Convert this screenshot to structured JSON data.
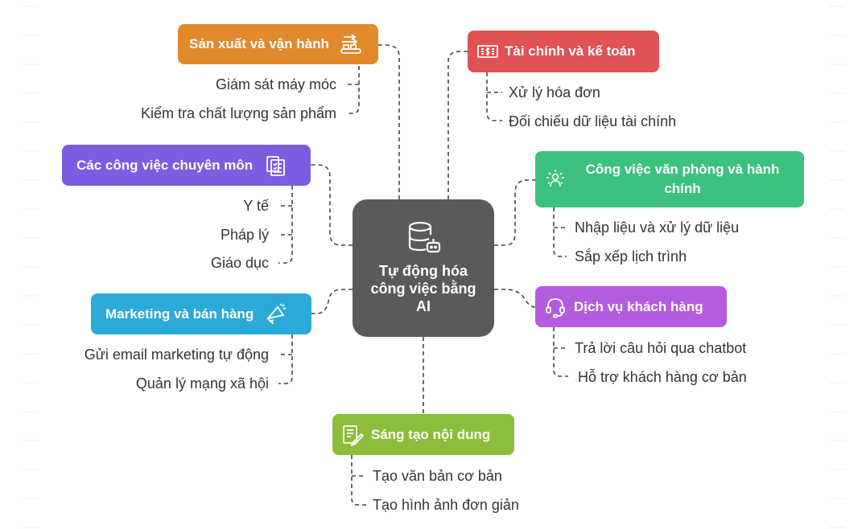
{
  "center": {
    "title": "Tự động hóa công việc bằng AI",
    "icon": "database-robot-icon"
  },
  "colors": {
    "center": "#5a5a5a",
    "production": "#e08a2c",
    "finance": "#e05253",
    "specialist": "#7c5ce0",
    "office": "#3cc17e",
    "marketing": "#2baad8",
    "customer_service": "#b45ce0",
    "content": "#8cbd3a"
  },
  "branches": {
    "production": {
      "label": "Sản xuất và vận hành",
      "icon": "conveyor-belt-icon",
      "items": [
        "Giám sát máy móc",
        "Kiểm tra chất lượng sản phẩm"
      ]
    },
    "finance": {
      "label": "Tài chính và kế toán",
      "icon": "money-bill-icon",
      "items": [
        "Xử lý hóa đơn",
        "Đối chiếu dữ liệu tài chính"
      ]
    },
    "specialist": {
      "label": "Các công việc chuyên môn",
      "icon": "clipboard-checklist-icon",
      "items": [
        "Y tế",
        "Pháp lý",
        "Giáo dục"
      ]
    },
    "office": {
      "label": "Công việc văn phòng và hành chính",
      "label_line1": "Công việc văn phòng và hành",
      "label_line2": "chính",
      "icon": "idea-person-icon",
      "items": [
        "Nhập liệu và xử lý dữ liệu",
        "Sắp xếp lịch trình"
      ]
    },
    "marketing": {
      "label": "Marketing và bán hàng",
      "icon": "megaphone-icon",
      "items": [
        "Gửi email marketing tự động",
        "Quản lý mạng xã hội"
      ]
    },
    "customer_service": {
      "label": "Dịch vụ khách hàng",
      "icon": "headset-icon",
      "items": [
        "Trả lời câu hỏi qua chatbot",
        "Hỗ trợ khách hàng cơ bản"
      ]
    },
    "content": {
      "label": "Sáng tạo nội dung",
      "icon": "document-pen-icon",
      "items": [
        "Tạo văn bản cơ bản",
        "Tạo hình ảnh đơn giản"
      ]
    }
  }
}
